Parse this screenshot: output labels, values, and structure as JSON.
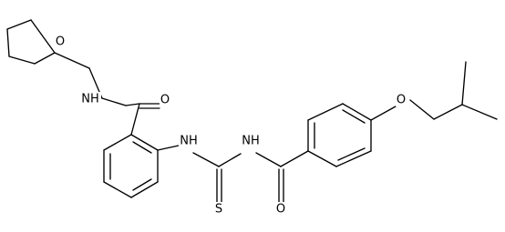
{
  "molecule": {
    "atoms": {
      "ring_oxygen": "O",
      "amide_nh": "NH",
      "amide_oxygen": "O",
      "thiourea_nh_left": "NH",
      "thiourea_nh_right": "NH",
      "thione_sulfur": "S",
      "benzoyl_oxygen": "O",
      "ether_oxygen": "O"
    }
  }
}
